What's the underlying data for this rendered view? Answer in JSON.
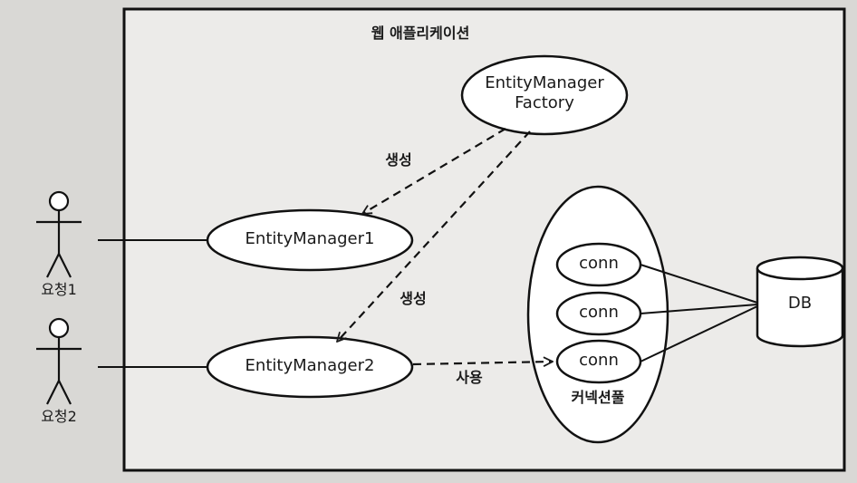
{
  "diagram": {
    "container_title": "웹 애플리케이션",
    "factory_label": "EntityManager\nFactory",
    "em1_label": "EntityManager1",
    "em2_label": "EntityManager2",
    "create_label_1": "생성",
    "create_label_2": "생성",
    "use_label": "사용",
    "pool_label": "커넥션풀",
    "conn_labels": [
      "conn",
      "conn",
      "conn"
    ],
    "db_label": "DB",
    "actors": [
      "요청1",
      "요청2"
    ]
  }
}
